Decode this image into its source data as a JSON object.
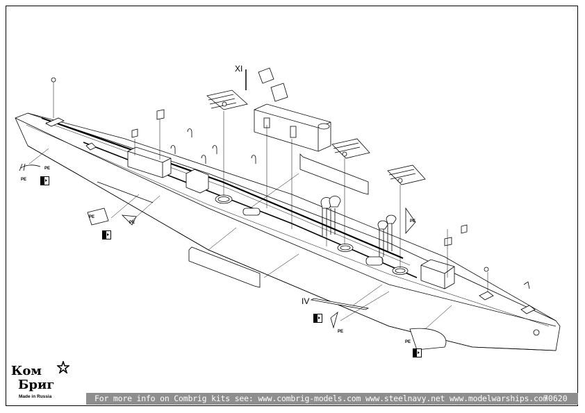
{
  "labels": {
    "part_xi": "XI",
    "part_iv": "IV",
    "pe": "PE"
  },
  "footer": {
    "info": "For more info on Combrig kits see: www.combrig-models.com www.steelnavy.net www.modelwarships.com",
    "kit_number": "70620"
  },
  "logo": {
    "line1": "Ком",
    "line2": "Бриг",
    "made_in": "Made in Russia"
  }
}
